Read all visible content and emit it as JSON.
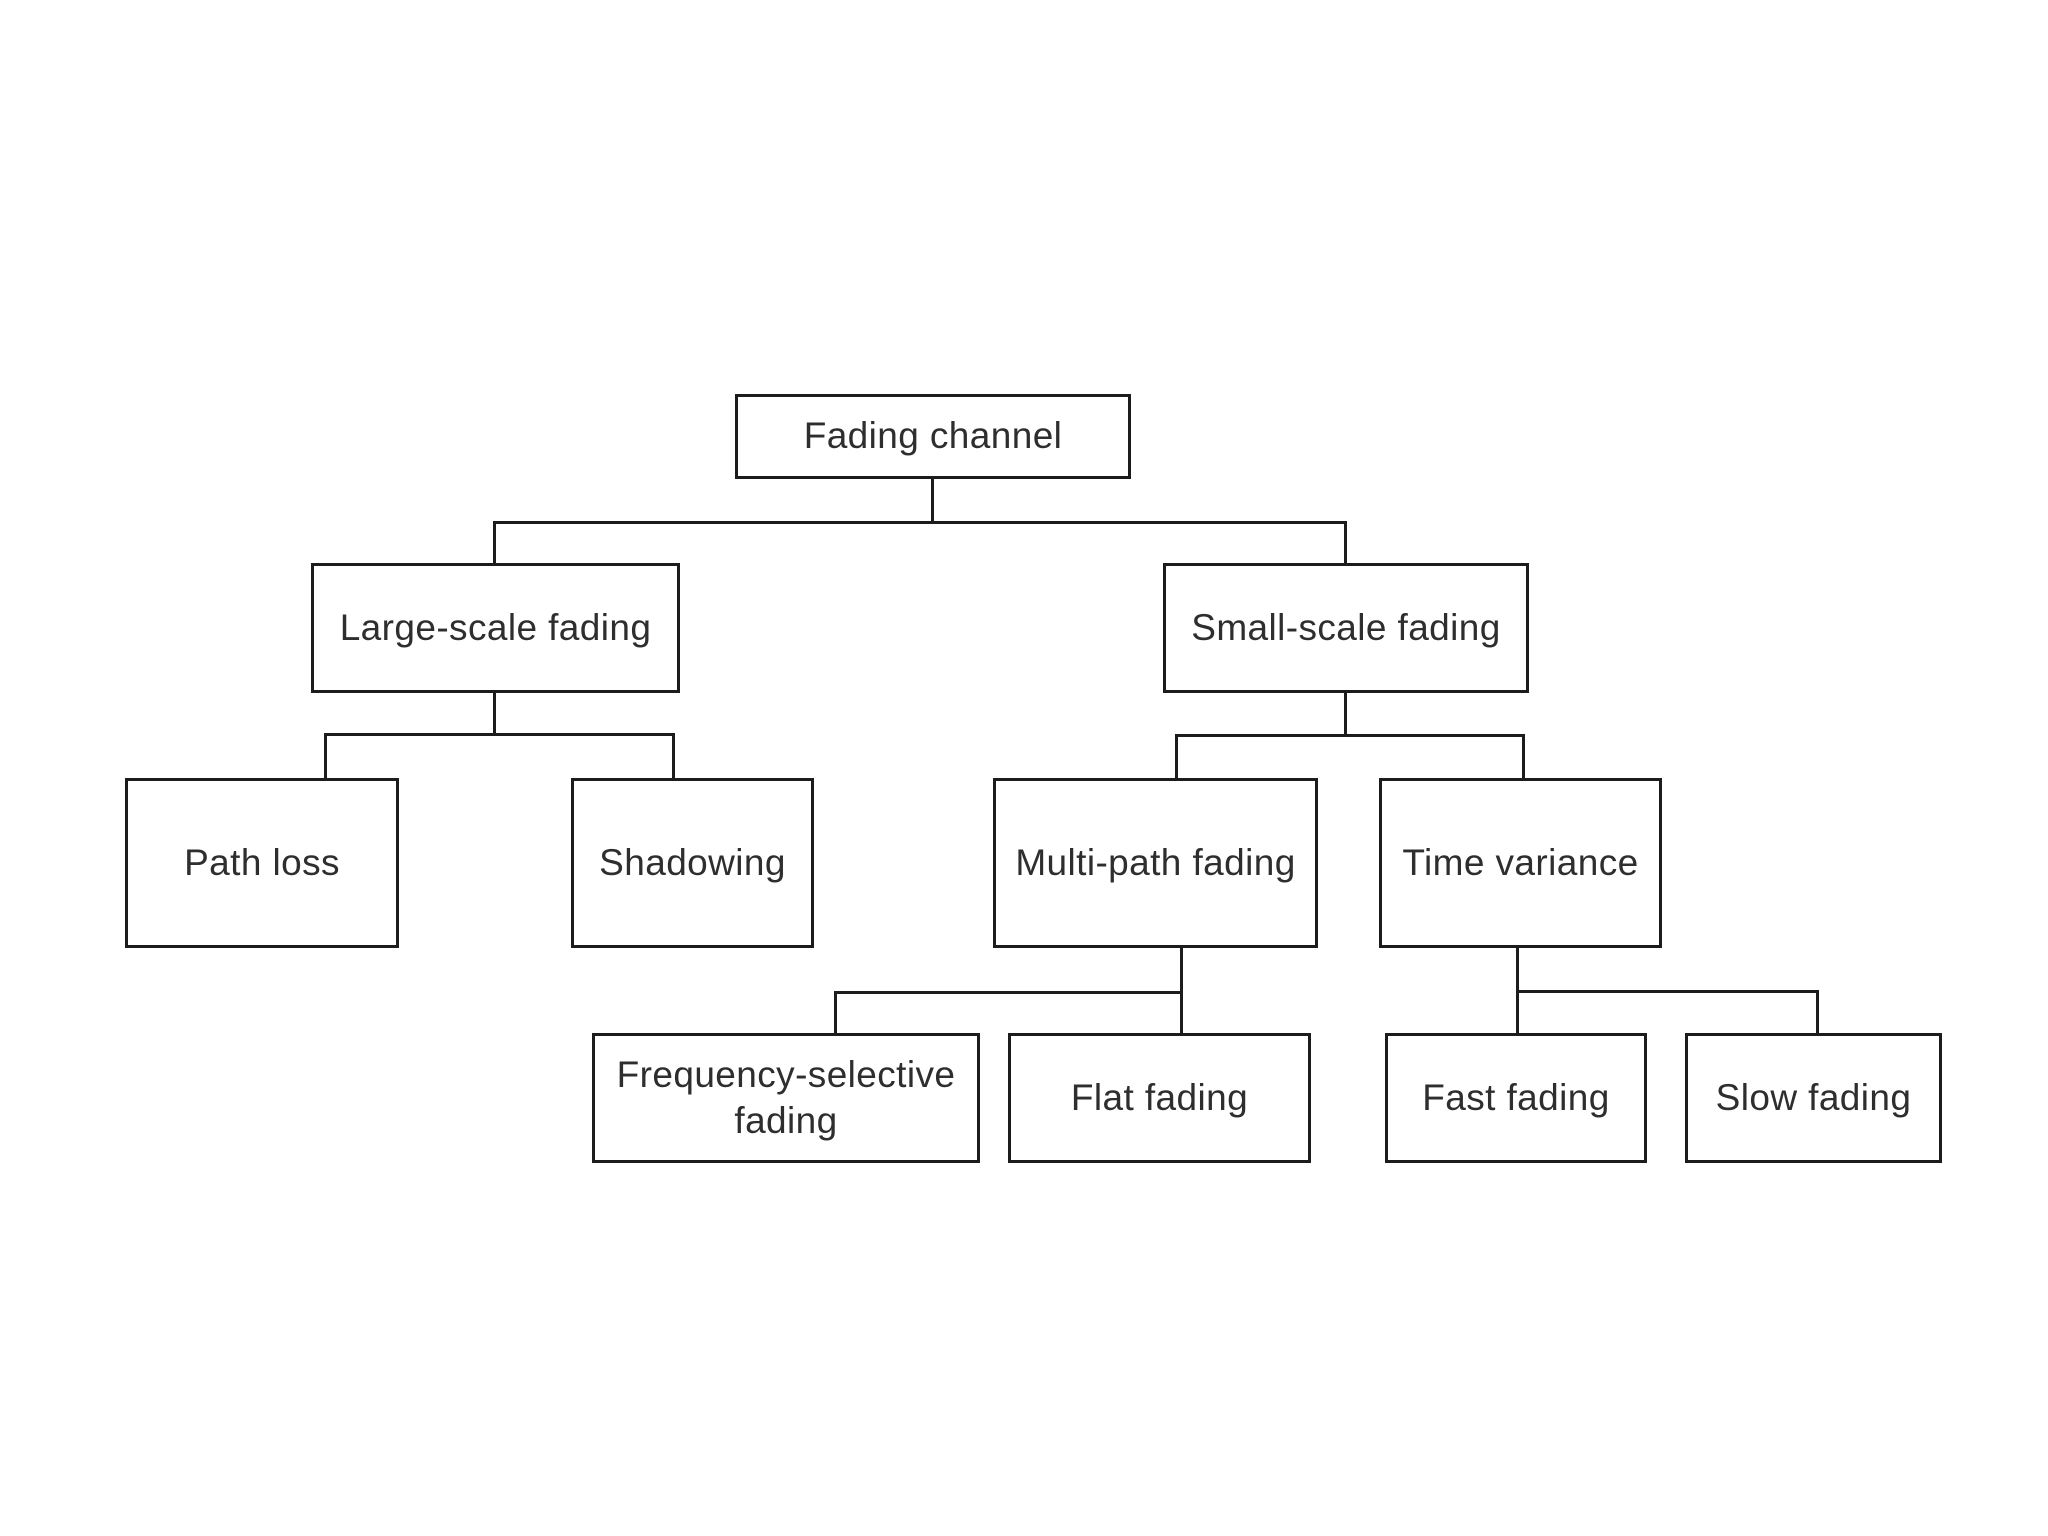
{
  "diagram": {
    "type": "tree",
    "background": "#ffffff",
    "line_color": "#1c1c1c",
    "text_color": "#2e2e2e",
    "nodes": {
      "fading_channel": {
        "label": "Fading channel"
      },
      "large_scale": {
        "label": "Large-scale fading"
      },
      "small_scale": {
        "label": "Small-scale fading"
      },
      "path_loss": {
        "label": "Path loss"
      },
      "shadowing": {
        "label": "Shadowing"
      },
      "multi_path": {
        "label": "Multi-path fading"
      },
      "time_variance": {
        "label": "Time variance"
      },
      "freq_selective": {
        "label": "Frequency-selective fading"
      },
      "flat_fading": {
        "label": "Flat fading"
      },
      "fast_fading": {
        "label": "Fast fading"
      },
      "slow_fading": {
        "label": "Slow fading"
      }
    },
    "edges": [
      [
        "fading_channel",
        "large_scale"
      ],
      [
        "fading_channel",
        "small_scale"
      ],
      [
        "large_scale",
        "path_loss"
      ],
      [
        "large_scale",
        "shadowing"
      ],
      [
        "small_scale",
        "multi_path"
      ],
      [
        "small_scale",
        "time_variance"
      ],
      [
        "multi_path",
        "freq_selective"
      ],
      [
        "multi_path",
        "flat_fading"
      ],
      [
        "time_variance",
        "fast_fading"
      ],
      [
        "time_variance",
        "slow_fading"
      ]
    ]
  }
}
